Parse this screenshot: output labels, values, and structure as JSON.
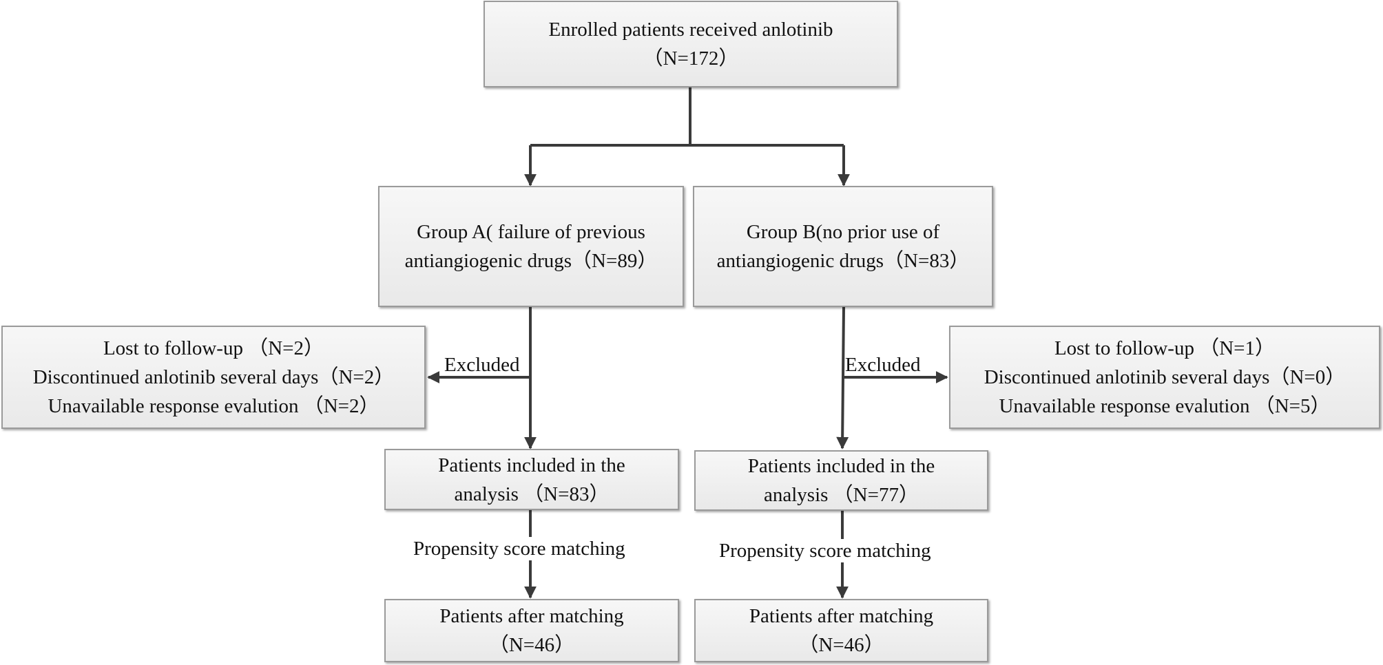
{
  "flowchart": {
    "enrolled": {
      "line1": "Enrolled patients received anlotinib",
      "line2": "（N=172）"
    },
    "group_a": {
      "line1": "Group A( failure of previous",
      "line2": "antiangiogenic drugs（N=89）"
    },
    "group_b": {
      "line1": "Group B(no prior use of",
      "line2": "antiangiogenic drugs（N=83）"
    },
    "excluded_a": {
      "label": "Excluded",
      "line1": "Lost to follow-up （N=2）",
      "line2": "Discontinued anlotinib several days（N=2）",
      "line3": "Unavailable response evalution （N=2）"
    },
    "excluded_b": {
      "label": "Excluded",
      "line1": "Lost to follow-up （N=1）",
      "line2": "Discontinued anlotinib several days（N=0）",
      "line3": "Unavailable response evalution （N=5）"
    },
    "analysis_a": {
      "line1": "Patients included in the",
      "line2": "analysis （N=83）"
    },
    "analysis_b": {
      "line1": "Patients included in the",
      "line2": "analysis （N=77）"
    },
    "psm_a": "Propensity score matching",
    "psm_b": "Propensity score matching",
    "matched_a": {
      "line1": "Patients after matching",
      "line2": "（N=46）"
    },
    "matched_b": {
      "line1": "Patients after matching",
      "line2": "（N=46）"
    }
  },
  "colors": {
    "connector": "#3a3a3a",
    "box_border": "#9a9a9a",
    "box_fill": "#eeeeee"
  }
}
